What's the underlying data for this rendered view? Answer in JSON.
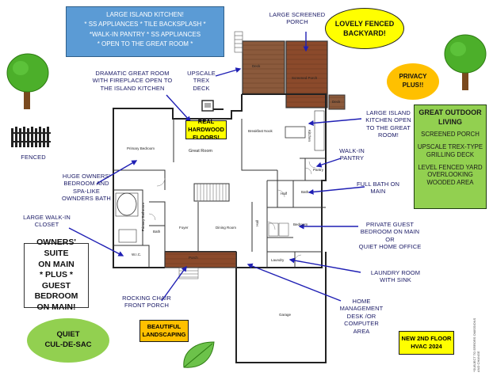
{
  "callouts": {
    "island_kitchen_box": [
      "LARGE ISLAND KITCHEN!",
      "* SS APPLIANCES *  TILE BACKSPLASH *",
      "*WALK-IN PANTRY * SS APPLIANCES",
      "* OPEN TO THE GREAT ROOM *"
    ],
    "large_screened_porch": [
      "LARGE SCREENED",
      "PORCH"
    ],
    "lovely_fenced_backyard": [
      "LOVELY FENCED",
      "BACKYARD!"
    ],
    "privacy_plus": [
      "PRIVACY",
      "PLUS!!"
    ],
    "upscale_trex_deck": [
      "UPSCALE",
      "TREX DECK"
    ],
    "dramatic_great_room": [
      "DRAMATIC GREAT ROOM",
      "WITH FIREPLACE OPEN TO",
      "THE ISLAND KITCHEN"
    ],
    "real_hardwood": [
      "REAL HARDWOOD",
      "FLOORS!"
    ],
    "large_island_kitchen_open": [
      "LARGE ISLAND",
      "KITCHEN OPEN",
      "TO THE GREAT",
      "ROOM!"
    ],
    "great_outdoor_living": {
      "title": [
        "GREAT OUTDOOR",
        "LIVING"
      ],
      "items": [
        "SCREENED PORCH",
        "UPSCALE TREX-TYPE GRILLING DECK",
        "LEVEL FENCED YARD OVERLOOKING WOODED AREA"
      ]
    },
    "walk_in_pantry": [
      "WALK-IN",
      "PANTRY"
    ],
    "fenced": "FENCED",
    "huge_owners_bedroom": [
      "HUGE OWNERS'",
      "BEDROOM AND",
      "SPA-LIKE",
      "OWNDERS BATH"
    ],
    "full_bath_on_main": [
      "FULL BATH ON",
      "MAIN"
    ],
    "large_walk_in_closet": [
      "LARGE WALK-IN",
      "CLOSET"
    ],
    "private_guest_bedroom": [
      "PRIVATE GUEST",
      "BEDROOM ON MAIN",
      "OR",
      "QUIET HOME OFFICE"
    ],
    "owners_suite": [
      "OWNERS' SUITE",
      "ON MAIN",
      "* PLUS *",
      "GUEST BEDROOM",
      "ON MAIN!"
    ],
    "laundry_room_with_sink": [
      "LAUNDRY ROOM",
      "WITH SINK"
    ],
    "rocking_chair_front_porch": [
      "ROCKING CHAIR",
      "FRONT PORCH"
    ],
    "home_management_desk": [
      "HOME",
      "MANAGEMENT",
      "DESK /OR",
      "COMPUTER AREA"
    ],
    "beautiful_landscaping": [
      "BEAUTIFUL",
      "LANDSCAPING"
    ],
    "quiet_cul_de_sac": [
      "QUIET",
      "CUL-DE-SAC"
    ],
    "new_2nd_floor_hvac": [
      "NEW 2ND FLOOR",
      "HVAC 2024"
    ],
    "disclaimer": "*SUBJECT TO ERRORS OMISSIONS AND CHANGE"
  },
  "rooms": {
    "deck": "Deck",
    "screened_porch": "Screened Porch",
    "deck_small": "Deck",
    "breakfast_nook": "Breakfast Nook",
    "kitchen": "Kitchen",
    "primary_bedroom": "Primary Bedroom",
    "great_room": "Great Room",
    "pantry": "Pantry",
    "half": "Half",
    "bath_right": "Bath",
    "primary_bathroom": "Primary Bathroom",
    "bath_left": "Bath",
    "foyer": "Foyer",
    "dining_room": "Dining Room",
    "hall": "Hall",
    "bedroom": "Bedroom",
    "wic": "W.I.C.",
    "porch": "Porch",
    "laundry": "Laundry",
    "garage": "Garage"
  },
  "colors": {
    "blue_box": "#5b9bd5",
    "green_oval": "#92d050",
    "yellow_oval": "#ffff00",
    "orange_oval": "#ffc000",
    "deck_wood": "#8b5a3c",
    "porch_wood": "#8b4a2b",
    "arrow": "#1f1fb4",
    "tree_leaves": "#4caf2a",
    "trunk": "#7a4a1f"
  },
  "icons": [
    "tree-icon",
    "fence-icon",
    "leaf-icon"
  ]
}
